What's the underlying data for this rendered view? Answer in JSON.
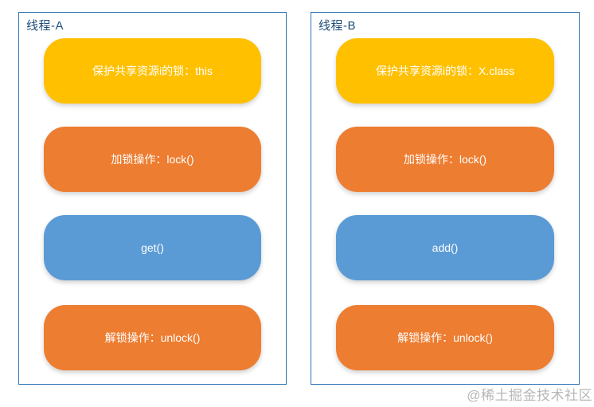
{
  "colors": {
    "yellow": "#FFC000",
    "orange": "#ED7D31",
    "blue": "#5B9BD5",
    "panel_border": "#2E75B6",
    "title_text": "#1F4E79",
    "box_text": "#FFFFFF",
    "watermark_gray": "#9E9E9E"
  },
  "panels": [
    {
      "title": "线程-A",
      "boxes": [
        {
          "label": "保护共享资源i的锁：this",
          "color": "yellow"
        },
        {
          "label": "加锁操作：lock()",
          "color": "orange"
        },
        {
          "label": "get()",
          "color": "blue"
        },
        {
          "label": "解锁操作：unlock()",
          "color": "orange"
        }
      ]
    },
    {
      "title": "线程-B",
      "boxes": [
        {
          "label": "保护共享资源i的锁：X.class",
          "color": "yellow"
        },
        {
          "label": "加锁操作：lock()",
          "color": "orange"
        },
        {
          "label": "add()",
          "color": "blue"
        },
        {
          "label": "解锁操作：unlock()",
          "color": "orange"
        }
      ]
    }
  ],
  "watermark": {
    "text": "@稀土掘金技术社区"
  }
}
